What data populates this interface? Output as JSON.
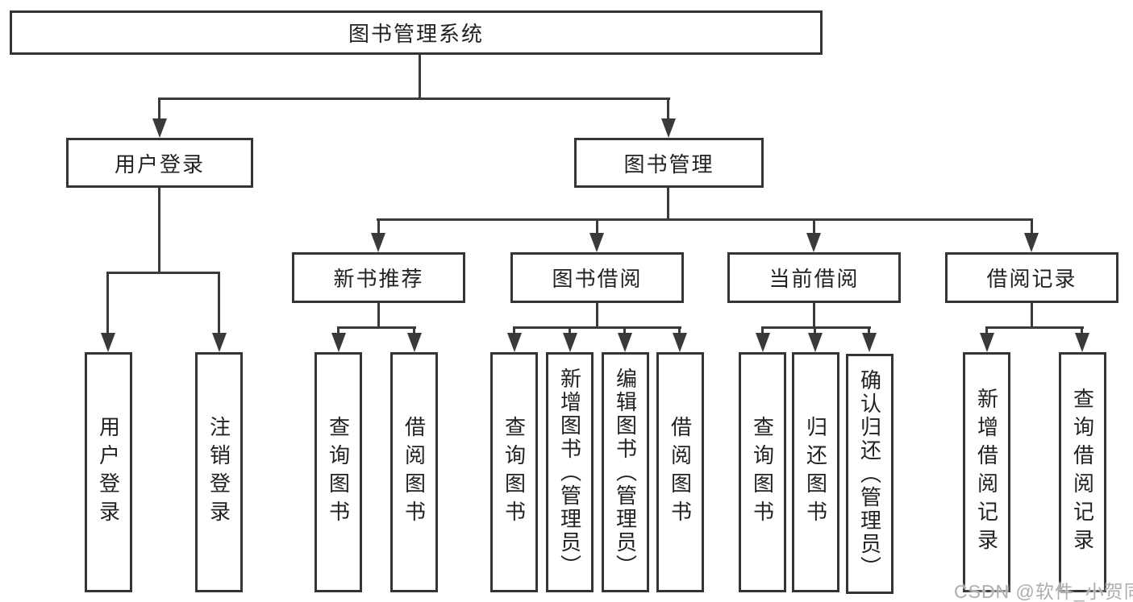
{
  "diagram": {
    "root": {
      "label": "图书管理系统"
    },
    "level2": [
      {
        "label": "用户登录"
      },
      {
        "label": "图书管理"
      }
    ],
    "level3": [
      {
        "label": "新书推荐"
      },
      {
        "label": "图书借阅"
      },
      {
        "label": "当前借阅"
      },
      {
        "label": "借阅记录"
      }
    ],
    "leaves": [
      {
        "label": "用户登录"
      },
      {
        "label": "注销登录"
      },
      {
        "label": "查询图书"
      },
      {
        "label": "借阅图书"
      },
      {
        "label": "查询图书"
      },
      {
        "label": "新增图书（管理员）"
      },
      {
        "label": "编辑图书（管理员）"
      },
      {
        "label": "借阅图书"
      },
      {
        "label": "查询图书"
      },
      {
        "label": "归还图书"
      },
      {
        "label": "确认归还（管理员）"
      },
      {
        "label": "新增借阅记录"
      },
      {
        "label": "查询借阅记录"
      }
    ]
  },
  "watermark": {
    "text": "CSDN @软件_小贺同学"
  },
  "colors": {
    "line": "#3a3a3a",
    "border": "#353535",
    "text": "#222222",
    "watermark": "#aeaeae",
    "background": "#ffffff"
  }
}
